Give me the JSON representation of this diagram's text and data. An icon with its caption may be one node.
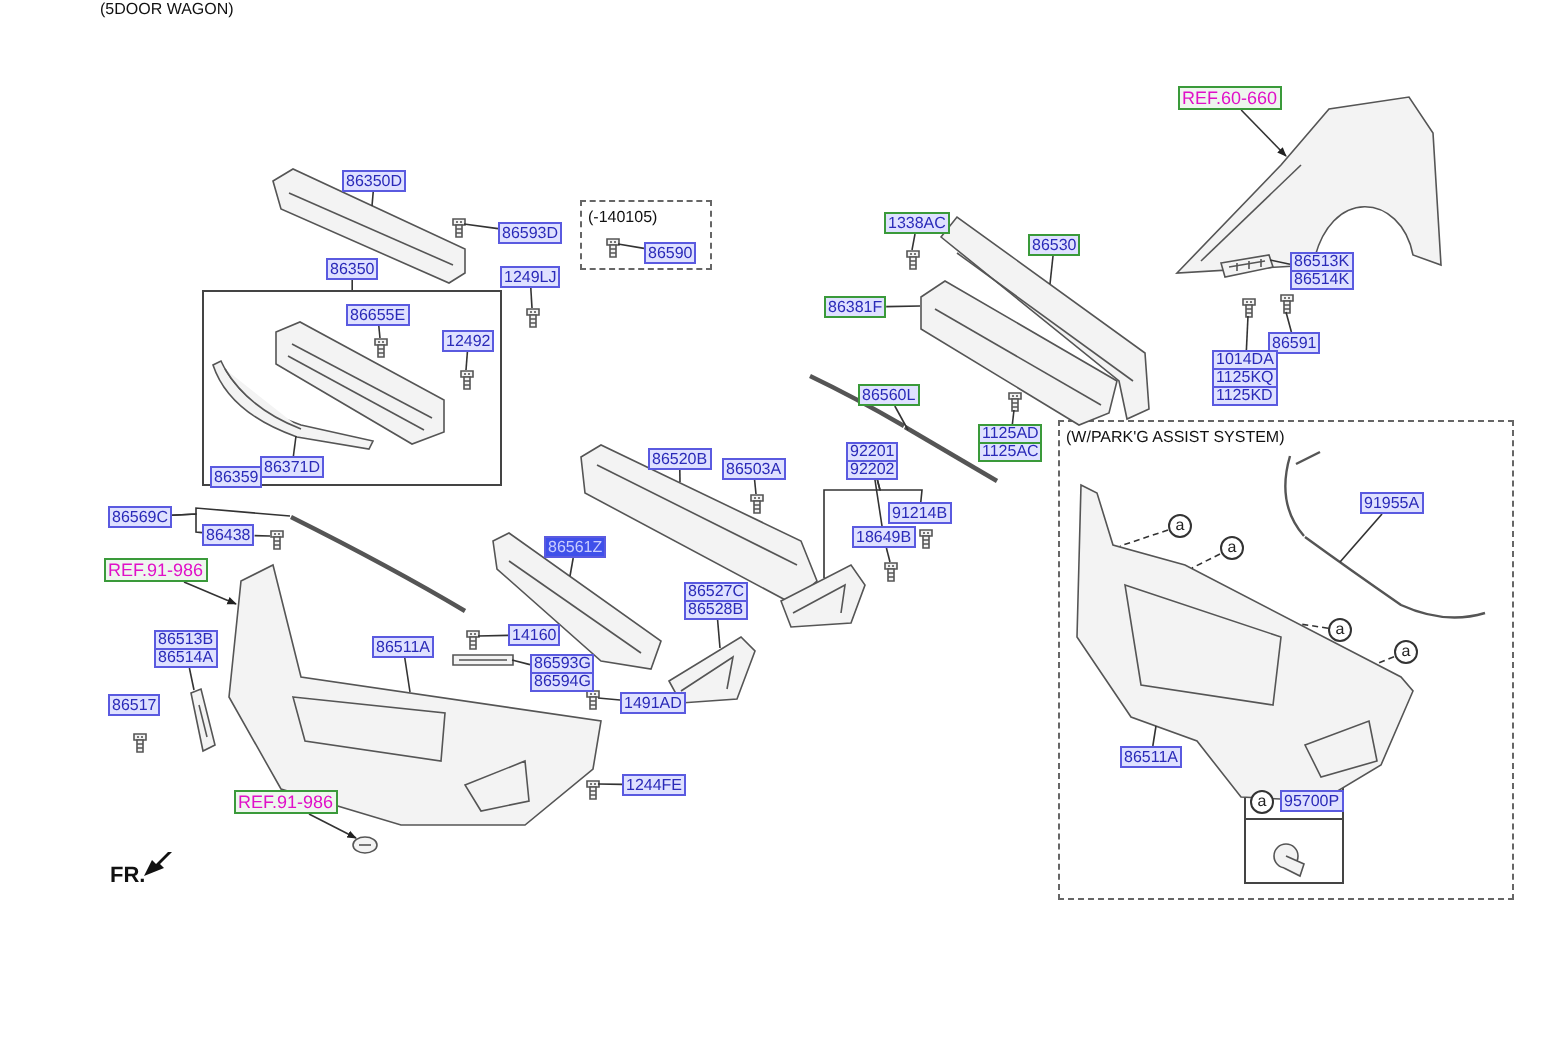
{
  "diagram": {
    "nodes": [
      {
        "text": [
          "86350D"
        ]
      },
      {
        "text": [
          "86593D"
        ]
      },
      {
        "text": [
          "(-140105)"
        ]
      },
      {
        "text": [
          "86590"
        ],
        "in": 2
      },
      {
        "text": [
          "86350"
        ]
      },
      {
        "text": [
          "1249LJ"
        ]
      },
      {
        "text": [],
        "shape": "box"
      },
      {
        "text": [
          "86655E"
        ],
        "in": 6
      },
      {
        "text": [
          "12492"
        ],
        "in": 6
      },
      {
        "text": [
          "86371D"
        ],
        "in": 6
      },
      {
        "text": [
          "86359"
        ],
        "in": 6
      },
      {
        "text": [
          "REF.60-660"
        ]
      },
      {
        "text": [
          "1338AC"
        ]
      },
      {
        "text": [
          "86530"
        ]
      },
      {
        "text": [
          "86381F"
        ]
      },
      {
        "text": [
          "86513K",
          "86514K"
        ]
      },
      {
        "text": [
          "86591"
        ]
      },
      {
        "text": [
          "1014DA",
          "1125KQ",
          "1125KD"
        ]
      },
      {
        "text": [
          "86560L"
        ]
      },
      {
        "text": [
          "1125AD",
          "1125AC"
        ]
      },
      {
        "text": [
          "(W/PARK'G ASSIST SYSTEM)"
        ]
      },
      {
        "text": [
          "86520B"
        ]
      },
      {
        "text": [
          "86503A"
        ]
      },
      {
        "text": [
          "92201",
          "92202"
        ]
      },
      {
        "text": [
          "91214B"
        ]
      },
      {
        "text": [
          "18649B"
        ]
      },
      {
        "text": [
          "86569C"
        ]
      },
      {
        "text": [
          "86438"
        ]
      },
      {
        "text": [
          "86561Z"
        ]
      },
      {
        "text": [
          "REF.91-986"
        ]
      },
      {
        "text": [
          "86527C",
          "86528B"
        ]
      },
      {
        "text": [
          "86513B",
          "86514A"
        ]
      },
      {
        "text": [
          "86511A"
        ]
      },
      {
        "text": [
          "14160"
        ]
      },
      {
        "text": [
          "86593G",
          "86594G"
        ]
      },
      {
        "text": [
          "86517"
        ]
      },
      {
        "text": [
          "1491AD"
        ]
      },
      {
        "text": [
          "1244FE"
        ]
      },
      {
        "text": [
          "REF.91-986"
        ]
      },
      {
        "text": [
          "a"
        ],
        "in": 20
      },
      {
        "text": [
          "91955A"
        ],
        "in": 20
      },
      {
        "text": [
          "a"
        ],
        "in": 20
      },
      {
        "text": [
          "a"
        ],
        "in": 20
      },
      {
        "text": [
          "a"
        ],
        "in": 20
      },
      {
        "text": [
          "86511A"
        ],
        "in": 20
      },
      {
        "text": [],
        "shape": "box",
        "in": 20
      },
      {
        "text": [
          "a"
        ],
        "in": 45
      },
      {
        "text": [
          "95700P"
        ],
        "in": 45
      },
      {
        "text": [],
        "shape": "picture"
      },
      {
        "text": [],
        "shape": "picture"
      },
      {
        "text": [],
        "shape": "picture",
        "in": 2
      },
      {
        "text": [],
        "shape": "picture"
      },
      {
        "text": [],
        "shape": "picture",
        "in": 6
      },
      {
        "text": [],
        "shape": "picture",
        "in": 6
      },
      {
        "text": [],
        "shape": "picture",
        "in": 6
      },
      {
        "text": [],
        "shape": "picture"
      },
      {
        "text": [],
        "shape": "picture"
      },
      {
        "text": [],
        "shape": "picture"
      },
      {
        "text": [],
        "shape": "picture"
      },
      {
        "text": [],
        "shape": "picture"
      },
      {
        "text": [],
        "shape": "picture"
      },
      {
        "text": [],
        "shape": "picture"
      },
      {
        "text": [],
        "shape": "picture"
      },
      {
        "text": [],
        "shape": "picture"
      },
      {
        "text": [],
        "shape": "picture"
      },
      {
        "text": [],
        "shape": "picture"
      },
      {
        "text": [],
        "shape": "picture"
      },
      {
        "text": [],
        "shape": "picture"
      },
      {
        "text": [],
        "shape": "picture"
      },
      {
        "text": [],
        "shape": "picture"
      },
      {
        "text": [],
        "shape": "picture"
      },
      {
        "text": [],
        "shape": "picture"
      },
      {
        "text": [],
        "shape": "picture"
      },
      {
        "text": [],
        "shape": "picture"
      },
      {
        "text": [],
        "shape": "picture"
      },
      {
        "text": [],
        "shape": "picture"
      },
      {
        "text": [],
        "shape": "picture"
      },
      {
        "text": [],
        "shape": "picture"
      },
      {
        "text": [],
        "shape": "picture"
      },
      {
        "text": [],
        "shape": "picture",
        "in": 20
      },
      {
        "text": [],
        "shape": "picture",
        "in": 20
      }
    ],
    "edges": [
      {
        "from": 0,
        "to": 48,
        "arrow": "none"
      },
      {
        "from": 1,
        "to": 49,
        "arrow": "none"
      },
      {
        "from": 3,
        "to": 50,
        "arrow": "none"
      },
      {
        "from": 4,
        "to": 6,
        "arrow": "none"
      },
      {
        "from": 5,
        "to": 51,
        "arrow": "none"
      },
      {
        "from": 7,
        "to": 52,
        "arrow": "none"
      },
      {
        "from": 8,
        "to": 53,
        "arrow": "none"
      },
      {
        "from": 9,
        "to": 54,
        "arrow": "none"
      },
      {
        "from": 11,
        "to": 55,
        "arrow": "to"
      },
      {
        "from": 12,
        "to": 56,
        "arrow": "none"
      },
      {
        "from": 13,
        "to": 57,
        "arrow": "none"
      },
      {
        "from": 14,
        "to": 58,
        "arrow": "none"
      },
      {
        "from": 15,
        "to": 59,
        "arrow": "none"
      },
      {
        "from": 16,
        "to": 60,
        "arrow": "none"
      },
      {
        "from": 17,
        "to": 61,
        "arrow": "none"
      },
      {
        "from": 18,
        "to": 62,
        "arrow": "none"
      },
      {
        "from": 19,
        "to": 63,
        "arrow": "none"
      },
      {
        "from": 21,
        "to": 64,
        "arrow": "none"
      },
      {
        "from": 22,
        "to": 65,
        "arrow": "none"
      },
      {
        "from": 23,
        "to": 66,
        "arrow": "none"
      },
      {
        "from": 23,
        "to": 24,
        "arrow": "none"
      },
      {
        "from": 23,
        "to": 25,
        "arrow": "none"
      },
      {
        "from": 25,
        "to": 67,
        "arrow": "none"
      },
      {
        "from": 26,
        "to": 27,
        "arrow": "none"
      },
      {
        "from": 26,
        "to": 68,
        "arrow": "none"
      },
      {
        "from": 27,
        "to": 69,
        "arrow": "none"
      },
      {
        "from": 28,
        "to": 70,
        "arrow": "none"
      },
      {
        "from": 29,
        "to": 71,
        "arrow": "to"
      },
      {
        "from": 30,
        "to": 72,
        "arrow": "none"
      },
      {
        "from": 31,
        "to": 73,
        "arrow": "none"
      },
      {
        "from": 32,
        "to": 71,
        "arrow": "none"
      },
      {
        "from": 33,
        "to": 74,
        "arrow": "none"
      },
      {
        "from": 34,
        "to": 75,
        "arrow": "none"
      },
      {
        "from": 36,
        "to": 76,
        "arrow": "none"
      },
      {
        "from": 37,
        "to": 77,
        "arrow": "none"
      },
      {
        "from": 38,
        "to": 78,
        "arrow": "to"
      },
      {
        "from": 39,
        "to": 79,
        "arrow": "none",
        "style": "dashed"
      },
      {
        "from": 40,
        "to": 80,
        "arrow": "none"
      },
      {
        "from": 41,
        "to": 79,
        "arrow": "none",
        "style": "dashed"
      },
      {
        "from": 42,
        "to": 79,
        "arrow": "none",
        "style": "dashed"
      },
      {
        "from": 43,
        "to": 79,
        "arrow": "none",
        "style": "dashed"
      },
      {
        "from": 44,
        "to": 79,
        "arrow": "none"
      }
    ],
    "labels": [
      "(5DOOR WAGON)",
      "FR."
    ]
  }
}
